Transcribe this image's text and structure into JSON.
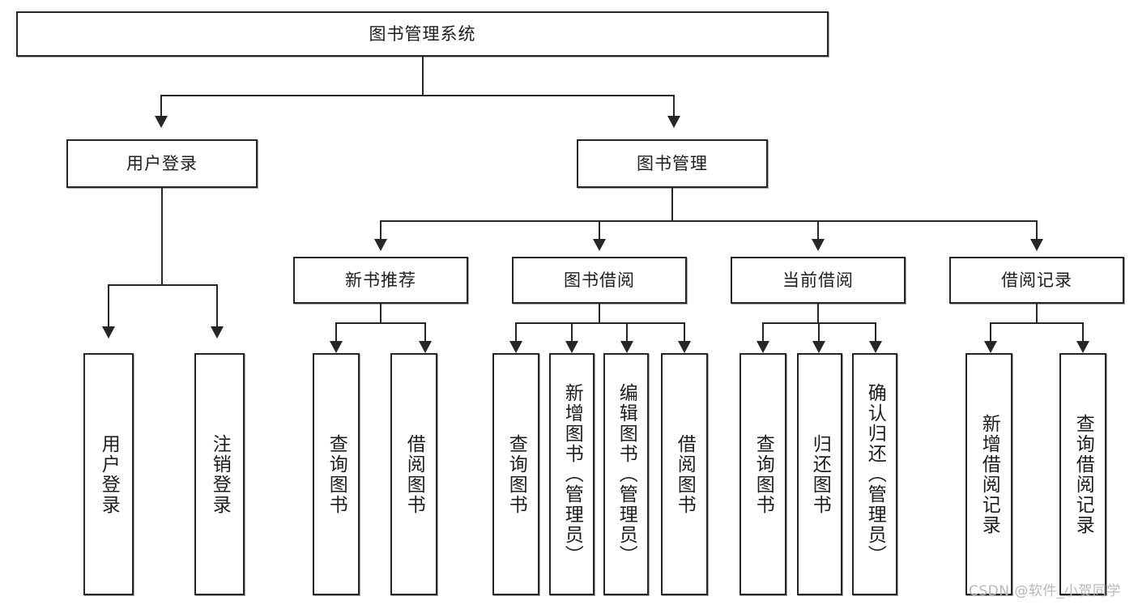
{
  "diagram": {
    "type": "tree-hierarchy-chart",
    "title": "图书管理系统",
    "root": {
      "label": "图书管理系统"
    },
    "level2": [
      {
        "label": "用户登录"
      },
      {
        "label": "图书管理"
      }
    ],
    "level3": [
      {
        "label": "新书推荐"
      },
      {
        "label": "图书借阅"
      },
      {
        "label": "当前借阅"
      },
      {
        "label": "借阅记录"
      }
    ],
    "leaves": {
      "user_login": [
        {
          "label": "用户登录"
        },
        {
          "label": "注销登录"
        }
      ],
      "new_book_recommend": [
        {
          "label": "查询图书"
        },
        {
          "label": "借阅图书"
        }
      ],
      "book_borrow": [
        {
          "label": "查询图书"
        },
        {
          "label": "新增图书（管理员）"
        },
        {
          "label": "编辑图书（管理员）"
        },
        {
          "label": "借阅图书"
        }
      ],
      "current_borrow": [
        {
          "label": "查询图书"
        },
        {
          "label": "归还图书"
        },
        {
          "label": "确认归还（管理员）"
        }
      ],
      "borrow_record": [
        {
          "label": "新增借阅记录"
        },
        {
          "label": "查询借阅记录"
        }
      ]
    }
  },
  "watermark": {
    "text": "CSDN @软件_小贺同学"
  },
  "colors": {
    "line": "#262626",
    "box_border": "#262626",
    "box_fill": "#ffffff",
    "text": "#1d1d1d",
    "watermark": "#b9b9b9"
  }
}
